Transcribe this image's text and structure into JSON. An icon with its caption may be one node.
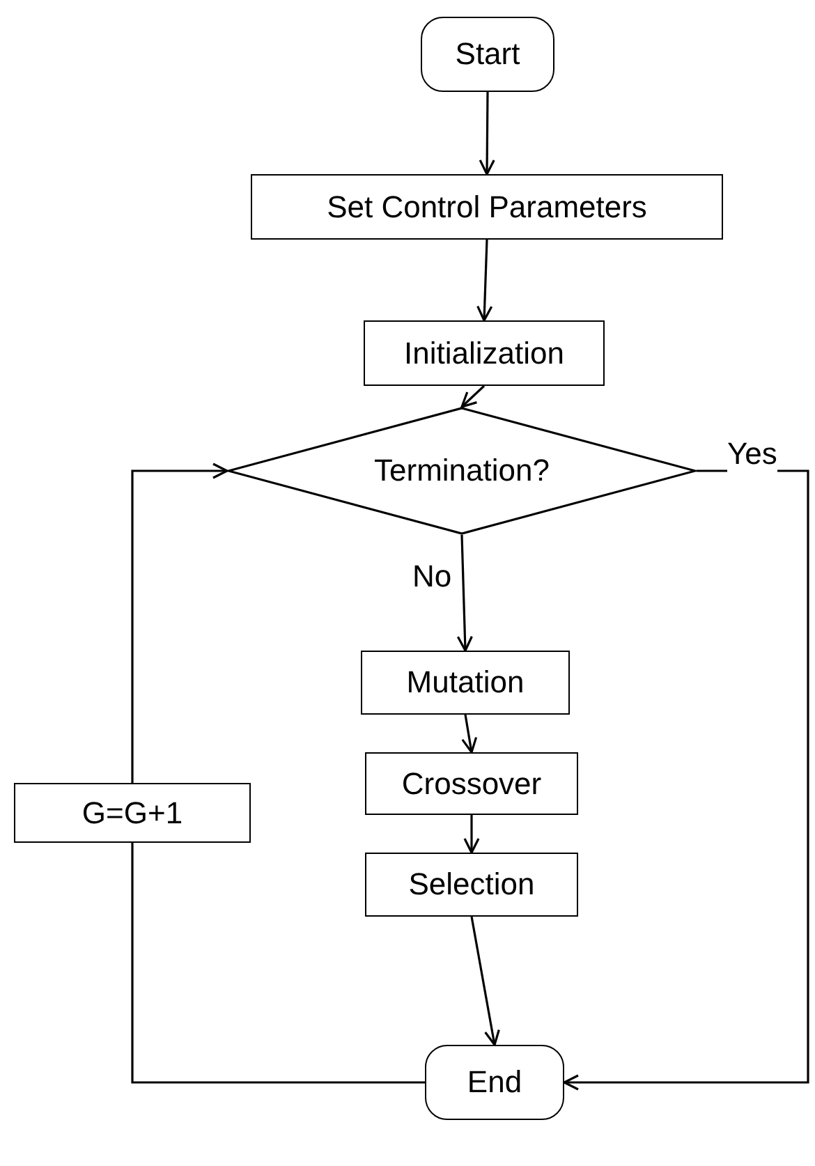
{
  "diagram": {
    "nodes": [
      {
        "text": [
          "Start"
        ]
      },
      {
        "text": [
          "Set Control Parameters"
        ]
      },
      {
        "text": [
          "Initialization"
        ]
      },
      {
        "text": [
          "Termination?"
        ]
      },
      {
        "text": [
          "Mutation"
        ]
      },
      {
        "text": [
          "Crossover"
        ]
      },
      {
        "text": [
          "Selection"
        ]
      },
      {
        "text": [
          "End"
        ]
      },
      {
        "text": [
          "G=G+1"
        ]
      }
    ],
    "edges": [
      {
        "from": 0,
        "to": 1,
        "arrow": "to"
      },
      {
        "from": 1,
        "to": 2,
        "arrow": "to"
      },
      {
        "from": 2,
        "to": 3,
        "arrow": "to"
      },
      {
        "from": 3,
        "to": 4,
        "arrow": "to",
        "label": "No"
      },
      {
        "from": 4,
        "to": 5,
        "arrow": "to"
      },
      {
        "from": 5,
        "to": 6,
        "arrow": "to"
      },
      {
        "from": 6,
        "to": 7,
        "arrow": "to"
      },
      {
        "from": 3,
        "to": 7,
        "arrow": "to",
        "label": "Yes"
      },
      {
        "from": 7,
        "to": 8,
        "arrow": "none"
      },
      {
        "from": 8,
        "to": 3,
        "arrow": "to"
      }
    ]
  }
}
